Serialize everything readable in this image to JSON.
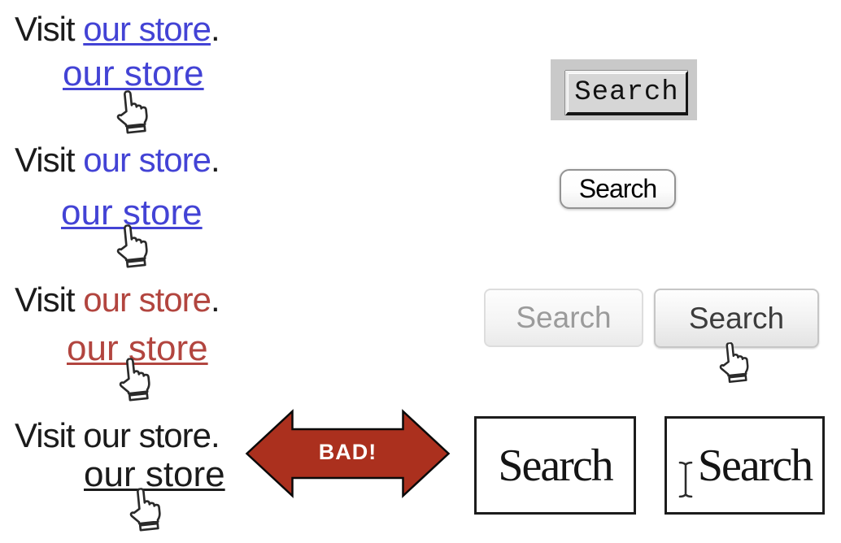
{
  "colors": {
    "link_blue": "#4343d5",
    "link_red": "#b2453f",
    "text_black": "#1b1b1b",
    "arrow_red": "#ab301e",
    "arrow_label": "#ffffff",
    "button_text_muted": "#9b9b9b",
    "button_text_dark": "#3c3c3c"
  },
  "link_examples": [
    {
      "prefix": "Visit ",
      "link_text": "our store",
      "suffix": ".",
      "hover_text": "our store",
      "style": "blue-underlined"
    },
    {
      "prefix": "Visit ",
      "link_text": "our store",
      "suffix": ".",
      "hover_text": "our store",
      "style": "blue-plain"
    },
    {
      "prefix": "Visit ",
      "link_text": "our store",
      "suffix": ".",
      "hover_text": "our store",
      "style": "red-plain"
    },
    {
      "prefix": "Visit ",
      "link_text": "our store",
      "suffix": ".",
      "hover_text": "our store",
      "style": "black-plain"
    }
  ],
  "buttons": {
    "beveled": {
      "label": "Search"
    },
    "rounded": {
      "label": "Search"
    },
    "flat_default": {
      "label": "Search"
    },
    "flat_hover": {
      "label": "Search"
    },
    "outlined_plain": {
      "label": "Search"
    },
    "outlined_ibeam": {
      "label": "Search"
    }
  },
  "arrow": {
    "label": "BAD!"
  },
  "icons": {
    "hand_cursor": "hand-pointer-cursor",
    "text_cursor": "i-beam-text-cursor"
  }
}
